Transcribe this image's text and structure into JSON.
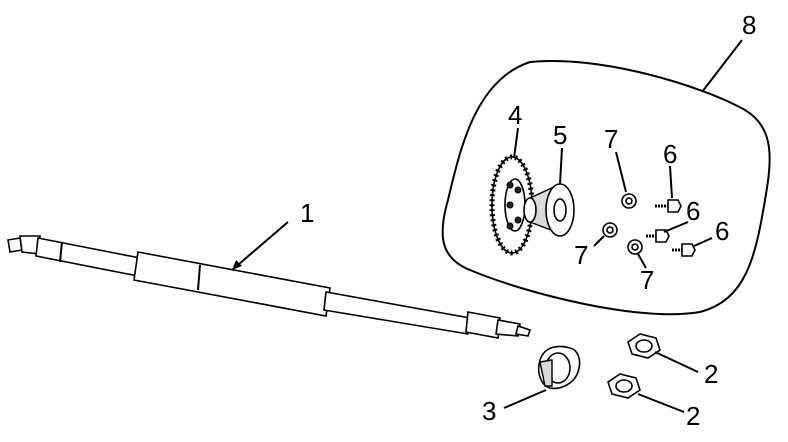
{
  "diagram": {
    "callouts": [
      {
        "id": "1",
        "text": "1"
      },
      {
        "id": "2a",
        "text": "2"
      },
      {
        "id": "2b",
        "text": "2"
      },
      {
        "id": "3",
        "text": "3"
      },
      {
        "id": "4",
        "text": "4"
      },
      {
        "id": "5",
        "text": "5"
      },
      {
        "id": "6a",
        "text": "6"
      },
      {
        "id": "6b",
        "text": "6"
      },
      {
        "id": "6c",
        "text": "6"
      },
      {
        "id": "7a",
        "text": "7"
      },
      {
        "id": "7b",
        "text": "7"
      },
      {
        "id": "7c",
        "text": "7"
      },
      {
        "id": "8",
        "text": "8"
      }
    ]
  }
}
